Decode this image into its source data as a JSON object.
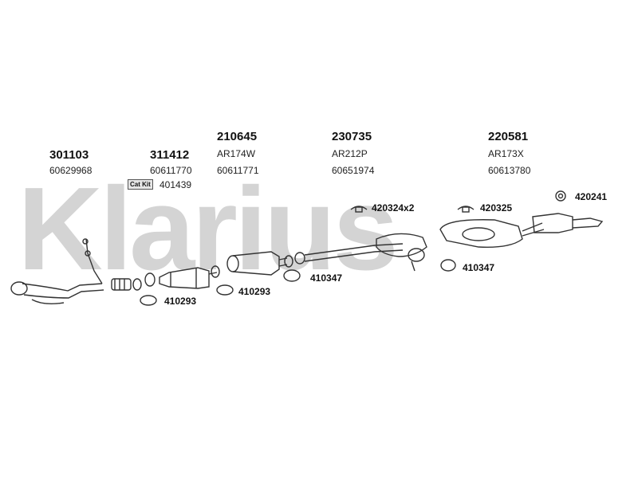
{
  "watermark": "Klarius",
  "groups": [
    {
      "part": "301103",
      "code": "60629968"
    },
    {
      "part": "311412",
      "code": "60611770"
    },
    {
      "part": "210645",
      "sub": "AR174W",
      "code": "60611771"
    },
    {
      "part": "230735",
      "sub": "AR212P",
      "code": "60651974"
    },
    {
      "part": "220581",
      "sub": "AR173X",
      "code": "60613780"
    }
  ],
  "cat_kit": {
    "label": "Cat Kit",
    "code": "401439"
  },
  "refs": {
    "r420324": "420324x2",
    "r420325": "420325",
    "r420241": "420241",
    "r410347a": "410347",
    "r410347b": "410347",
    "r410293a": "410293",
    "r410293b": "410293"
  },
  "colors": {
    "watermark": "#d4d4d4",
    "line": "#333333"
  }
}
